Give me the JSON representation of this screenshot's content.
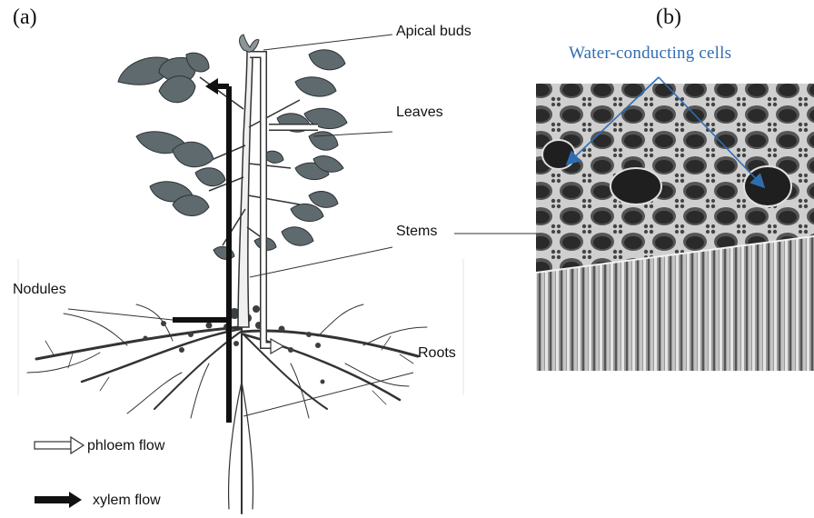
{
  "panels": {
    "a_label": "(a)",
    "b_label": "(b)"
  },
  "plant": {
    "labels": {
      "apical_buds": "Apical buds",
      "leaves": "Leaves",
      "stems": "Stems",
      "nodules": "Nodules",
      "roots": "Roots"
    },
    "legend": {
      "phloem": "phloem flow",
      "xylem": "xylem flow"
    }
  },
  "micrograph": {
    "annotation": "Water-conducting  cells"
  },
  "colors": {
    "leaf_fill": "#5f6a6e",
    "leaf_stroke": "#2c3336",
    "xylem_arrow": "#111111",
    "phloem_arrow_fill": "#ffffff",
    "annotation_blue": "#2f6db3",
    "micrograph_dark": "#3a3a3a",
    "micrograph_light": "#d8d8d8"
  }
}
